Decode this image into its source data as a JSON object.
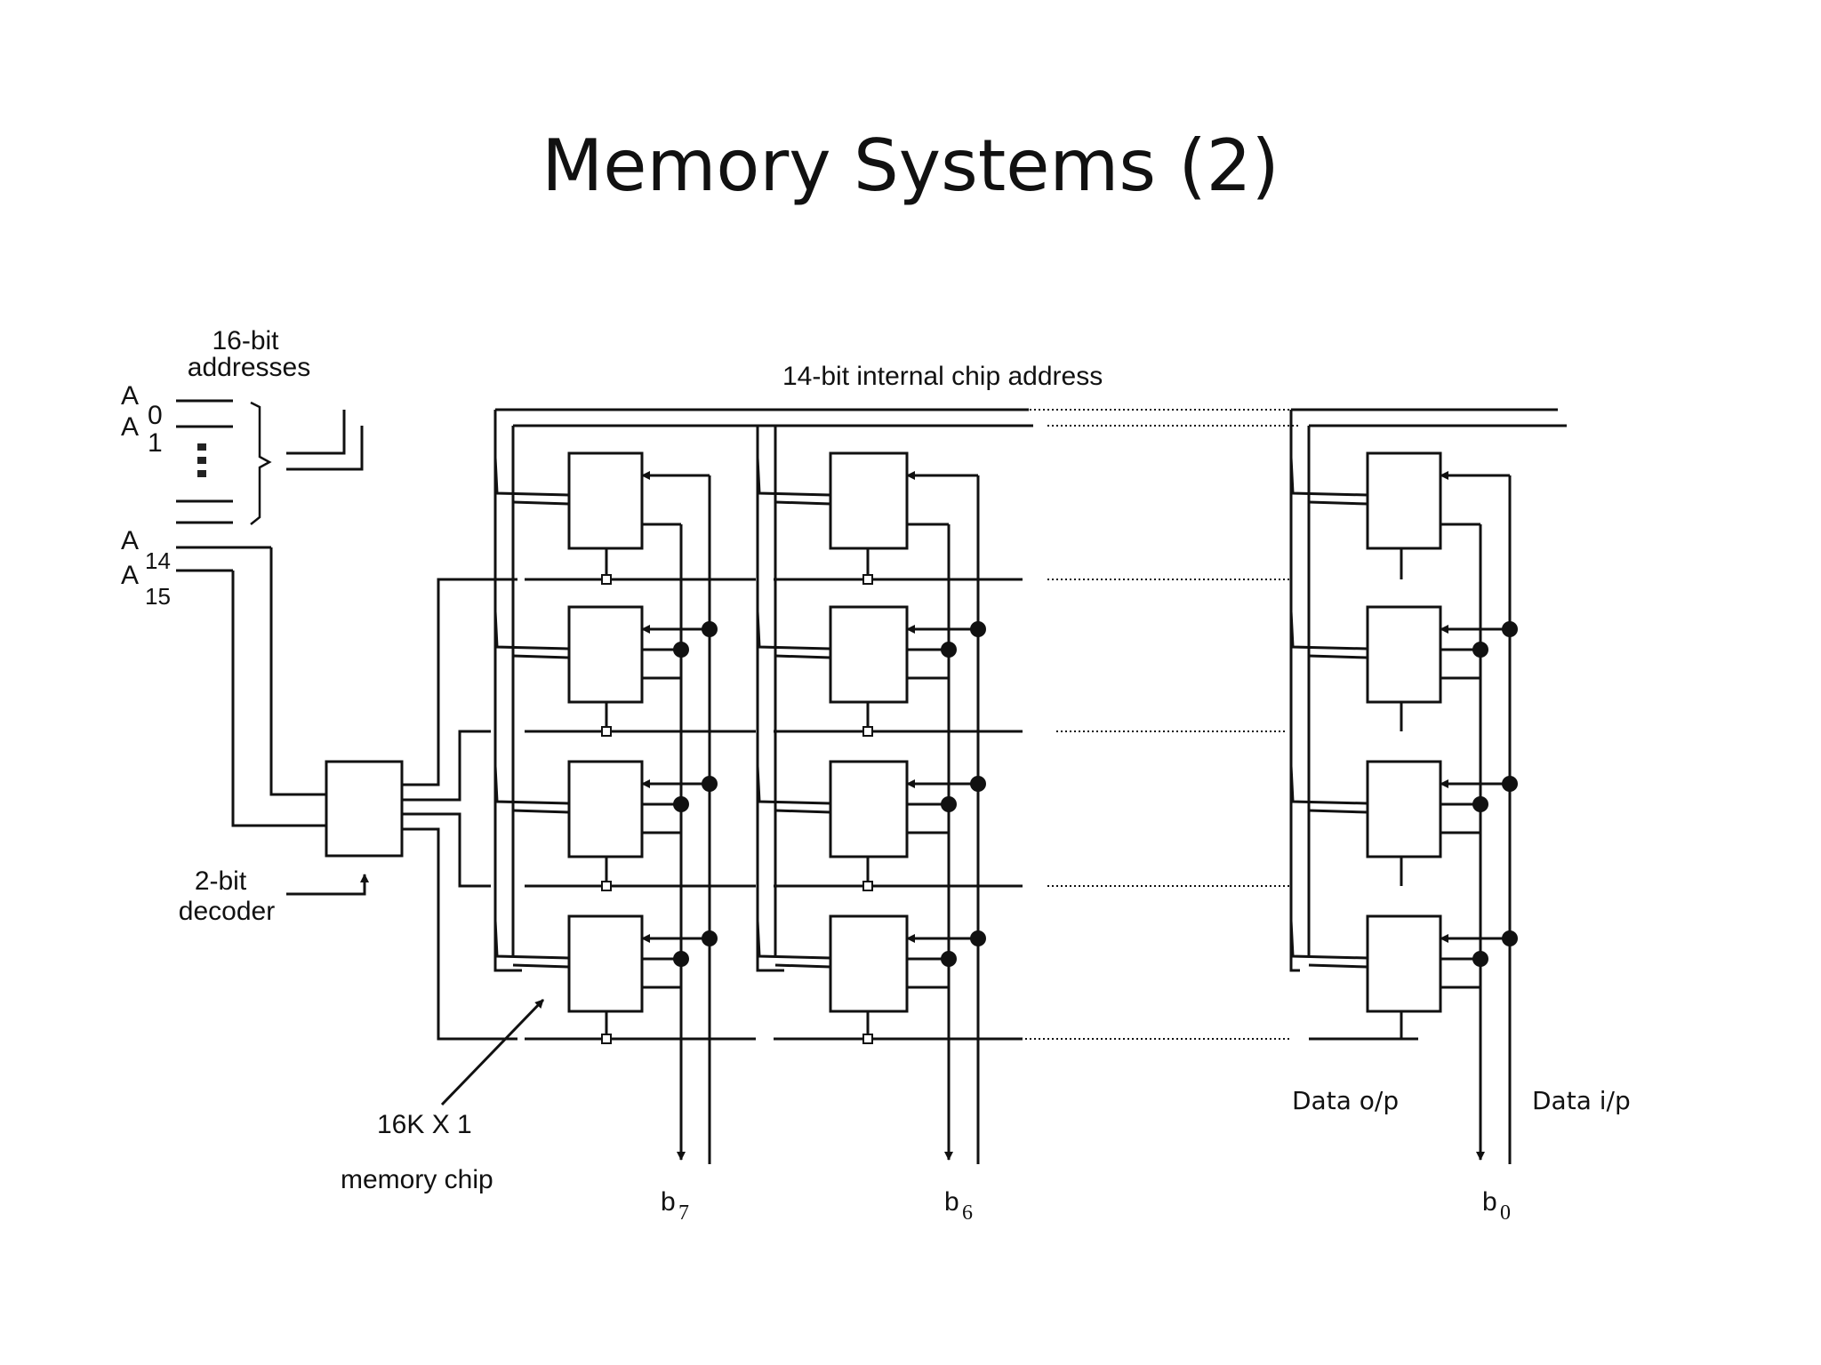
{
  "title": "Memory Systems (2)",
  "labels": {
    "addresses_line1": "16-bit",
    "addresses_line2": "addresses",
    "chip_address": "14-bit internal chip address",
    "decoder_line1": "2-bit",
    "decoder_line2": "decoder",
    "chip_line1": "16K X 1",
    "chip_line2": "memory chip",
    "data_out": "Data o/p",
    "data_in": "Data i/p"
  },
  "address_lines": {
    "a0": {
      "letter": "A",
      "sub": "0"
    },
    "a1": {
      "letter": "A",
      "sub": "1"
    },
    "a14": {
      "letter": "A",
      "sub": "14"
    },
    "a15": {
      "letter": "A",
      "sub": "15"
    }
  },
  "bit_outputs": [
    {
      "letter": "b",
      "sub": "7"
    },
    {
      "letter": "b",
      "sub": "6"
    },
    {
      "letter": "b",
      "sub": "0"
    }
  ]
}
